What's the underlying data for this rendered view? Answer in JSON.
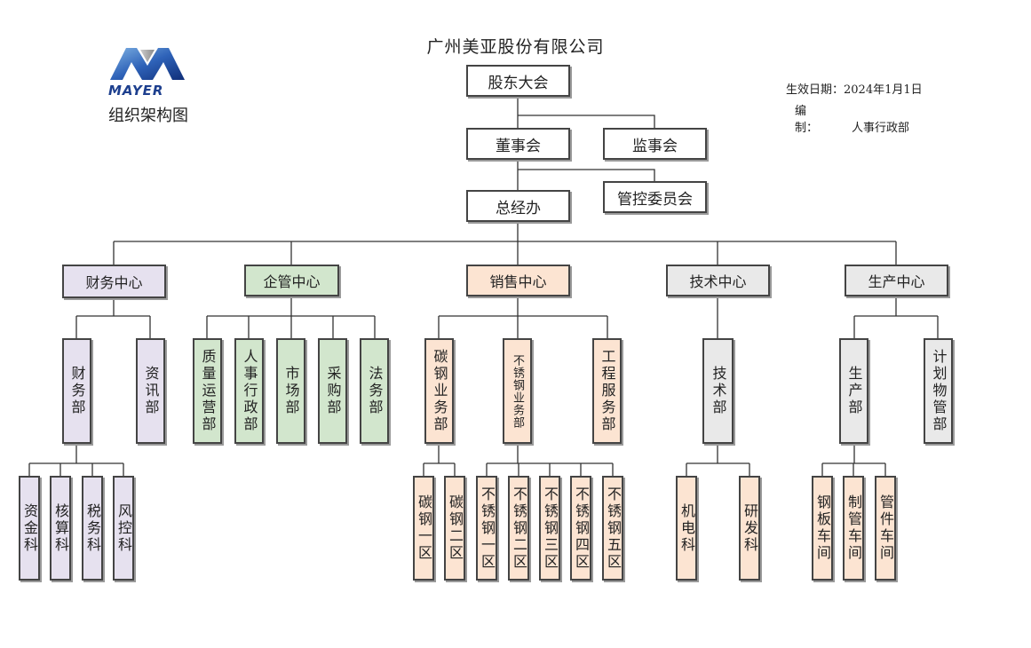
{
  "header": {
    "company_title": "广州美亚股份有限公司",
    "logo_text": "MAYER",
    "chart_label": "组织架构图",
    "effective_label": "生效日期：",
    "effective_date": "2024年1月1日",
    "compiled_label": "编　　制：",
    "compiled_by": "人事行政部"
  },
  "colors": {
    "white": "#ffffff",
    "purple": "#e6e1ef",
    "green": "#d2e6cd",
    "orange": "#fce4d2",
    "gray": "#e9e9e9",
    "logo_blue": "#1d3f8e"
  },
  "top": {
    "shareholders": "股东大会",
    "board": "董事会",
    "supervisors": "监事会",
    "control_committee": "管控委员会",
    "general_office": "总经办"
  },
  "centers": {
    "finance": {
      "name": "财务中心",
      "depts": {
        "finance_dept": {
          "name": "财务部",
          "units": [
            "资金科",
            "核算科",
            "税务科",
            "风控科"
          ]
        },
        "it_dept": {
          "name": "资讯部"
        }
      }
    },
    "enterprise": {
      "name": "企管中心",
      "depts": [
        "质量运营部",
        "人事行政部",
        "市场部",
        "采购部",
        "法务部"
      ]
    },
    "sales": {
      "name": "销售中心",
      "depts": {
        "carbon": {
          "name": "碳钢业务部",
          "units": [
            "碳钢一区",
            "碳钢二区"
          ]
        },
        "stainless": {
          "name": "不锈钢业务部",
          "units": [
            "不锈钢一区",
            "不锈钢二区",
            "不锈钢三区",
            "不锈钢四区",
            "不锈钢五区"
          ]
        },
        "engineering": {
          "name": "工程服务部"
        }
      }
    },
    "tech": {
      "name": "技术中心",
      "depts": {
        "tech_dept": {
          "name": "技术部",
          "units": [
            "机电科",
            "研发科"
          ]
        }
      }
    },
    "production": {
      "name": "生产中心",
      "depts": {
        "prod_dept": {
          "name": "生产部",
          "units": [
            "钢板车间",
            "制管车间",
            "管件车间"
          ]
        },
        "plan_dept": {
          "name": "计划物管部"
        }
      }
    }
  }
}
